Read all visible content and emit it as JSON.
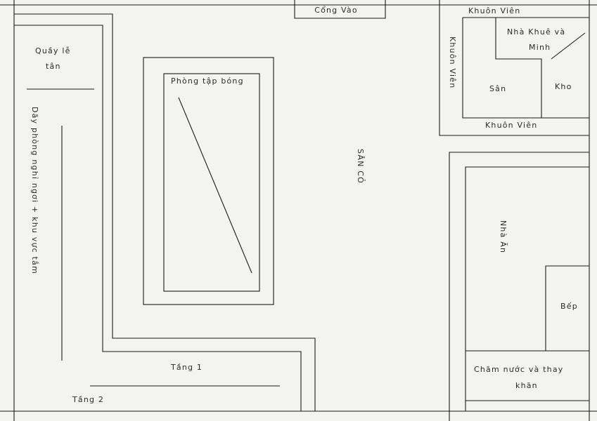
{
  "labels": {
    "gate": "Cổng Vào",
    "reception_line1": "Quầy lễ",
    "reception_line2": "tân",
    "rest_rooms": "Dãy phòng nghỉ ngơi + khu vực tắm",
    "floor1": "Tầng 1",
    "floor2": "Tầng 2",
    "ball_room": "Phòng tập bóng",
    "lawn": "SÂN CỎ",
    "campus_top": "Khuôn Viên",
    "campus_left": "Khuôn Viên",
    "campus_bottom": "Khuôn Viên",
    "house_line1": "Nhà Khuê và",
    "house_line2": "Minh",
    "yard": "Sân",
    "storage": "Kho",
    "dining": "Nhà Ăn",
    "kitchen": "Bếp",
    "care_line1": "Chăm nước và thay",
    "care_line2": "khăn"
  }
}
